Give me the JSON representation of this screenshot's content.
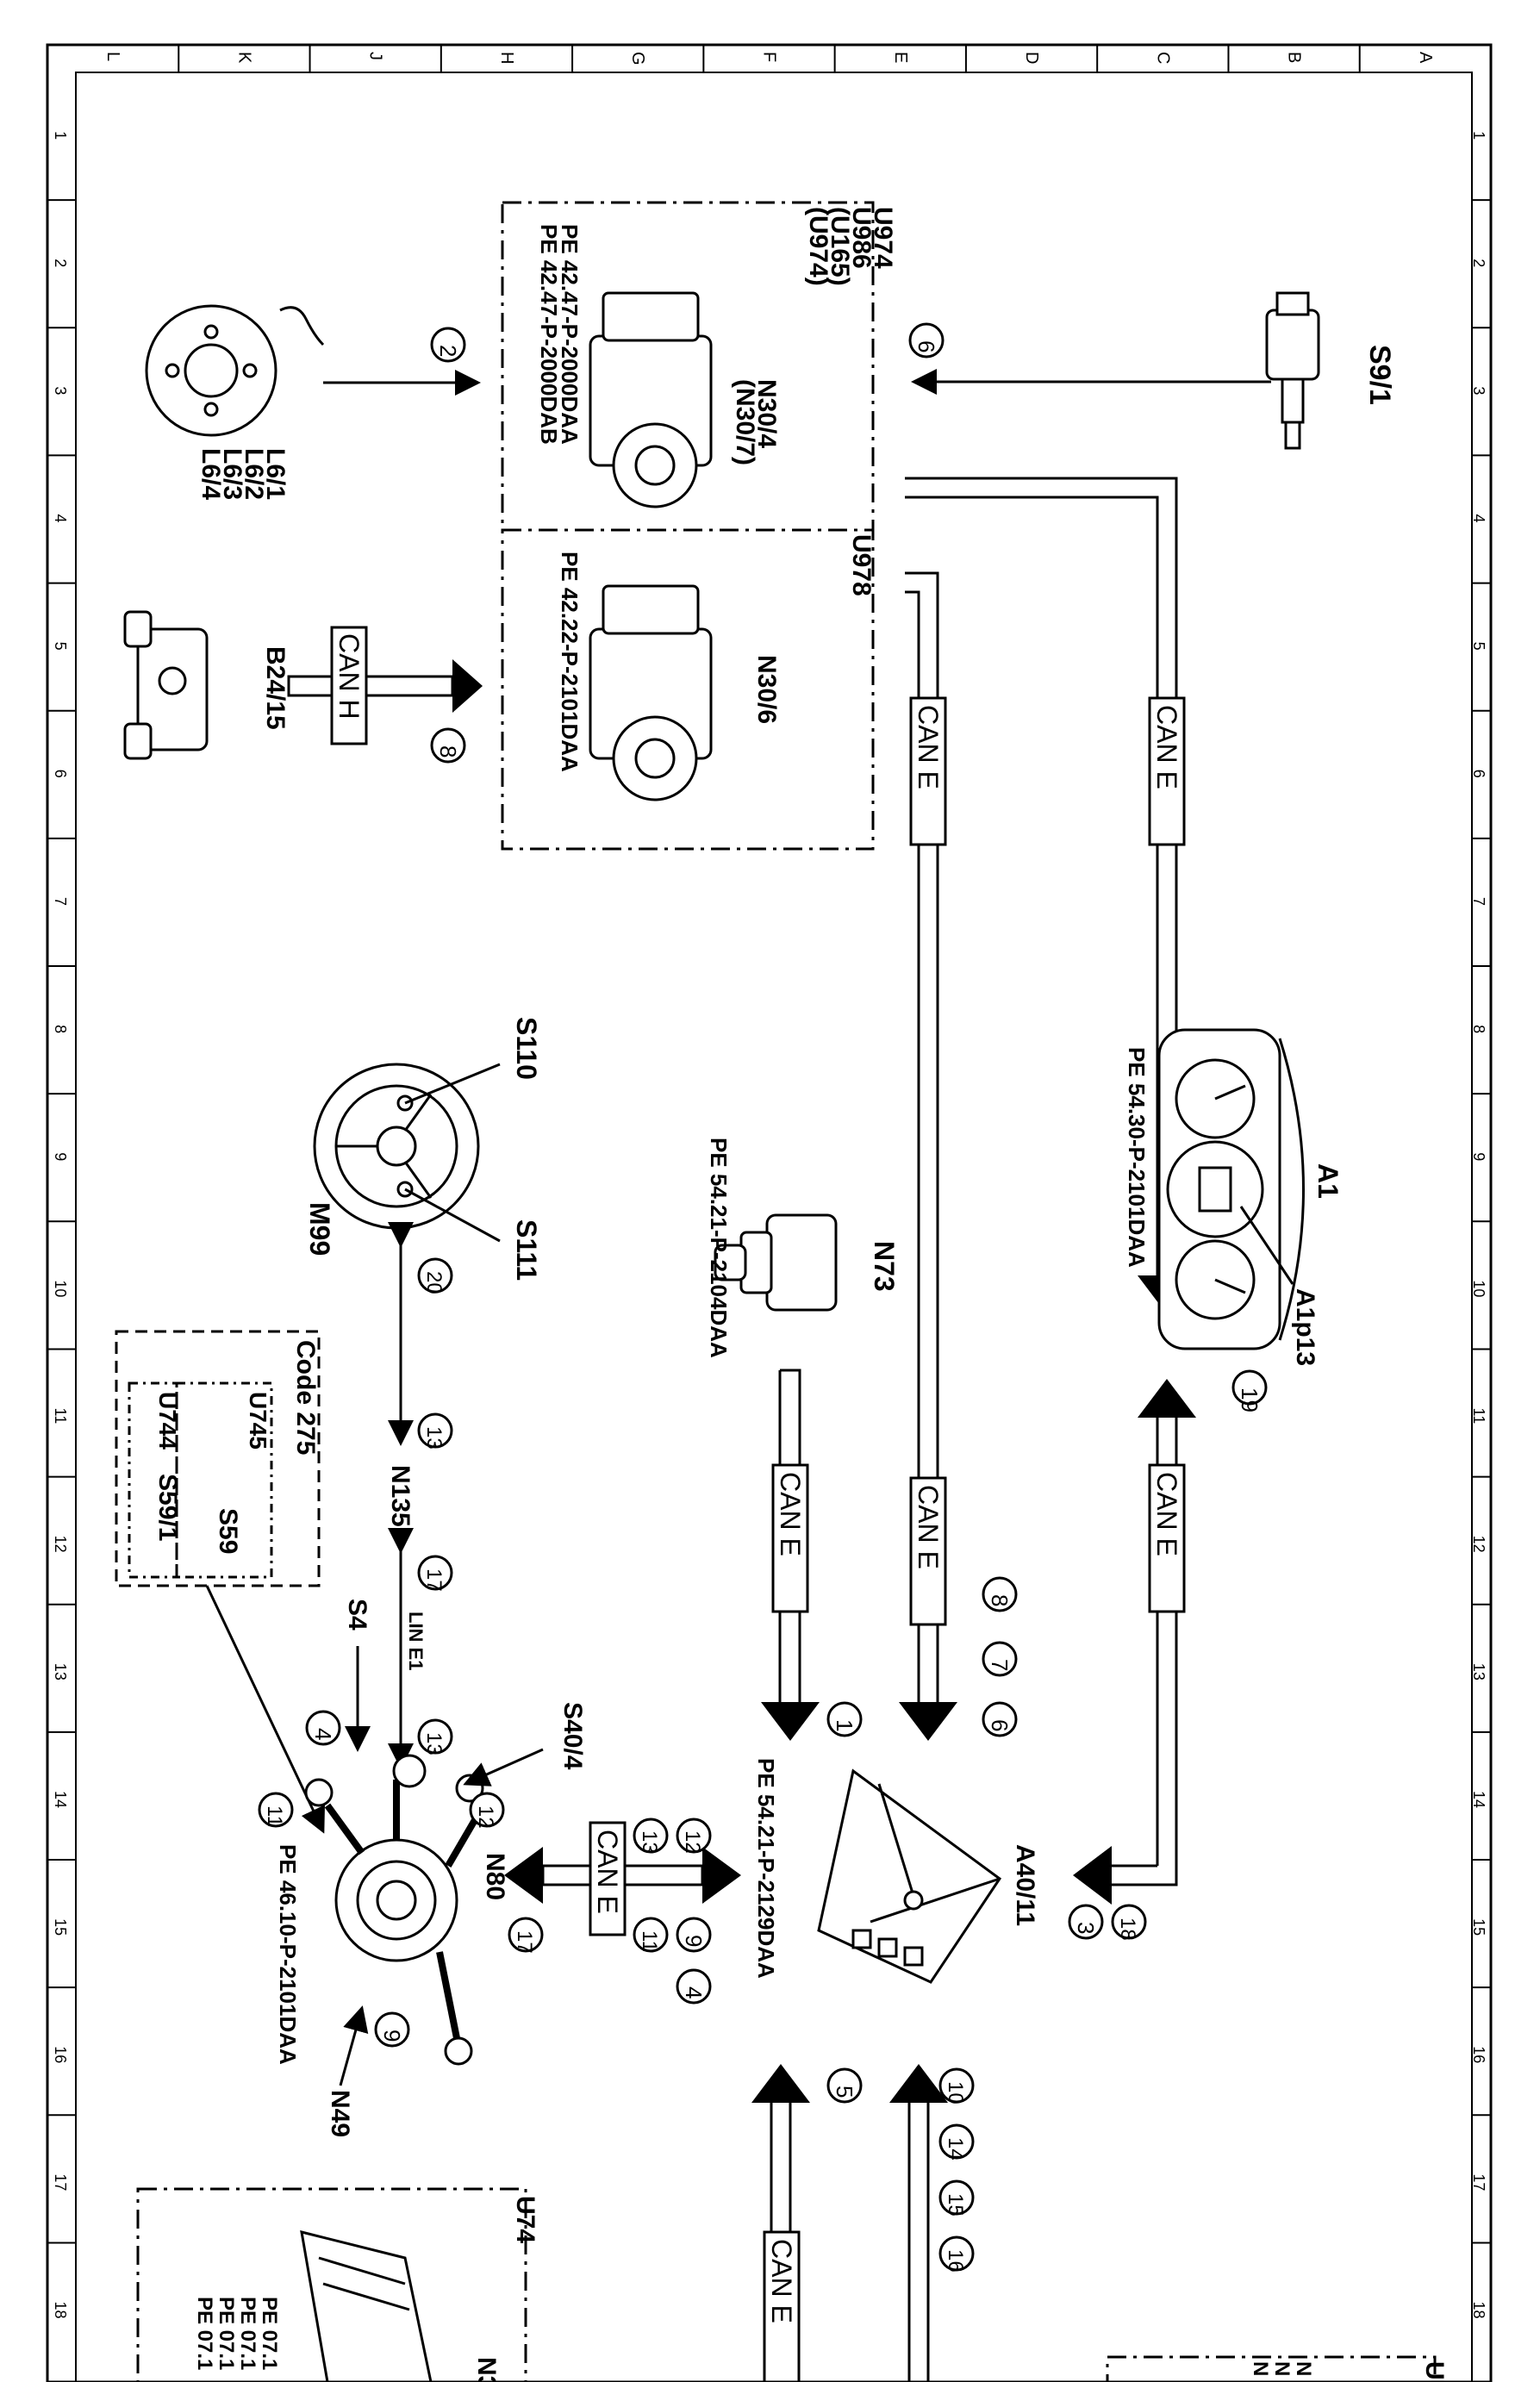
{
  "frame": {
    "columns": [
      "L",
      "K",
      "J",
      "H",
      "G",
      "F",
      "E",
      "D",
      "C",
      "B",
      "A"
    ],
    "rows": [
      "1",
      "2",
      "3",
      "4",
      "5",
      "6",
      "7",
      "8",
      "9",
      "10",
      "11",
      "12",
      "13",
      "14",
      "15",
      "16",
      "17",
      "18"
    ]
  },
  "components": {
    "s9_1": "S9/1",
    "l6": [
      "L6/1",
      "L6/2",
      "L6/3",
      "L6/4"
    ],
    "b24_15": "B24/15",
    "n30_4": [
      "N30/4",
      "(N30/7)"
    ],
    "n30_6": "N30/6",
    "a1": "A1",
    "a1p13": "A1p13",
    "n73": "N73",
    "s110": "S110",
    "s111": "S111",
    "m99": "M99",
    "n135": "N135",
    "s4": "S4",
    "s40_4": "S40/4",
    "n80": "N80",
    "n49": "N49",
    "a40_11": "A40/11",
    "code_label": "Code 275",
    "u745": "U745",
    "s59": "S59",
    "u744": "U744",
    "s59_1": "S59/1",
    "u74": "U74",
    "n3_partial": "N3",
    "u9_partial": "U9"
  },
  "groups": {
    "abs_codes": [
      "U974",
      "U986",
      "(U165)",
      "(U974)"
    ],
    "esp_code": "U978"
  },
  "refs": {
    "n30_4_a": "PE 42.47-P-2000DAA",
    "n30_4_b": "PE 42.47-P-2000DAB",
    "n30_6": "PE 42.22-P-2101DAA",
    "a1": "PE 54.30-P-2101DAA",
    "n73": "PE 54.21-P-2104DAA",
    "a40_11": "PE 54.21-P-2129DAA",
    "n80": "PE 46.10-P-2101DAA",
    "u74": [
      "PE 07.1",
      "PE 07.1",
      "PE 07.1",
      "PE 07.1"
    ],
    "n9_partial": [
      "N",
      "N",
      "N"
    ]
  },
  "bus_labels": {
    "can_h": "CAN H",
    "can_e": "CAN E",
    "lin_e1": "LIN E1"
  },
  "callouts": {
    "n1": "1",
    "n2": "2",
    "n3": "3",
    "n4": "4",
    "n5": "5",
    "n6": "6",
    "n7": "7",
    "n8": "8",
    "n9": "9",
    "n10": "10",
    "n11": "11",
    "n12": "12",
    "n13": "13",
    "n14": "14",
    "n15": "15",
    "n16": "16",
    "n17": "17",
    "n18": "18",
    "n19": "19",
    "n20": "20"
  },
  "colors": {
    "ink": "#000000",
    "paper": "#ffffff",
    "bus_fill": "#ffffff"
  }
}
